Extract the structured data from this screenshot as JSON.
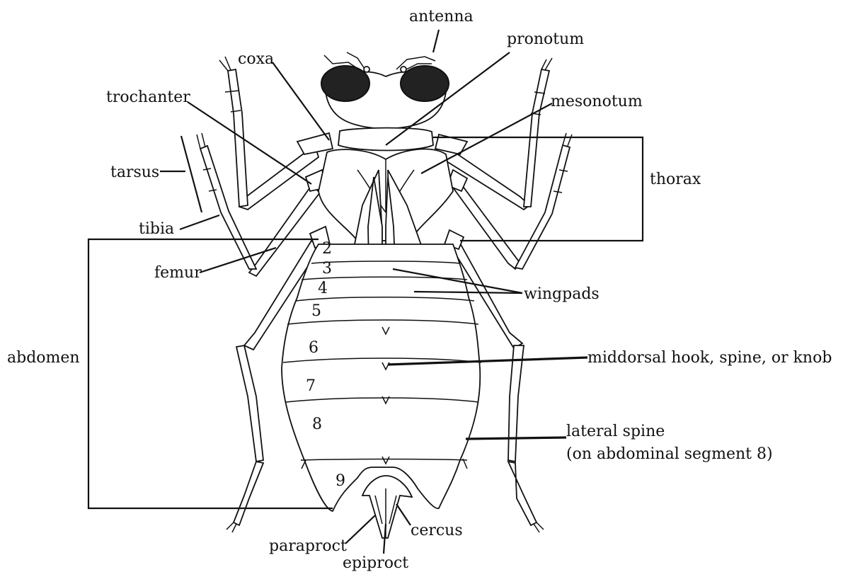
{
  "labels": {
    "antenna": "antenna",
    "pronotum": "pronotum",
    "coxa": "coxa",
    "trochanter": "trochanter",
    "mesonotum": "mesonotum",
    "tarsus": "tarsus",
    "thorax": "thorax",
    "tibia": "tibia",
    "femur": "femur",
    "wingpads": "wingpads",
    "abdomen": "abdomen",
    "middorsal": "middorsal hook, spine, or knob",
    "lateral_spine": "lateral spine",
    "lateral_spine_note": "(on abdominal segment 8)",
    "paraproct": "paraproct",
    "cercus": "cercus",
    "epiproct": "epiproct"
  },
  "segments": {
    "s2": "2",
    "s3": "3",
    "s4": "4",
    "s5": "5",
    "s6": "6",
    "s7": "7",
    "s8": "8",
    "s9": "9"
  }
}
